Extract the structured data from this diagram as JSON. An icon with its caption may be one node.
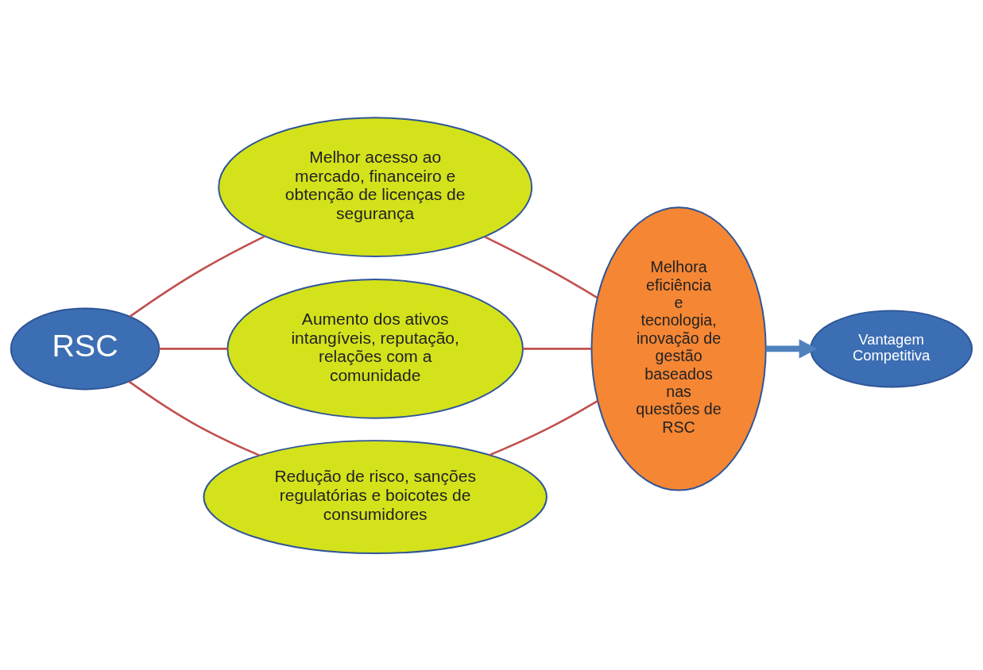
{
  "diagram": {
    "nodes": [
      {
        "text": [
          "RSC"
        ]
      },
      {
        "text": [
          "Melhor acesso ao mercado, financeiro e obtenção de licenças de segurança"
        ]
      },
      {
        "text": [
          "Aumento dos ativos intangíveis, reputação, relações com a comunidade"
        ]
      },
      {
        "text": [
          "Redução de risco, sanções regulatórias e boicotes de consumidores"
        ]
      },
      {
        "text": [
          "Melhora eficiência e tecnologia, inovação de gestão baseados nas questões de RSC"
        ]
      },
      {
        "text": [
          "Vantagem Competitiva"
        ]
      }
    ],
    "edges": [
      {
        "from": 0,
        "to": 1,
        "arrow": "none"
      },
      {
        "from": 0,
        "to": 2,
        "arrow": "none"
      },
      {
        "from": 0,
        "to": 3,
        "arrow": "none"
      },
      {
        "from": 1,
        "to": 4,
        "arrow": "none"
      },
      {
        "from": 2,
        "to": 4,
        "arrow": "none"
      },
      {
        "from": 3,
        "to": 4,
        "arrow": "none"
      },
      {
        "from": 4,
        "to": 5,
        "arrow": "to",
        "style": "thick",
        "color": "#4f81bd"
      }
    ]
  }
}
